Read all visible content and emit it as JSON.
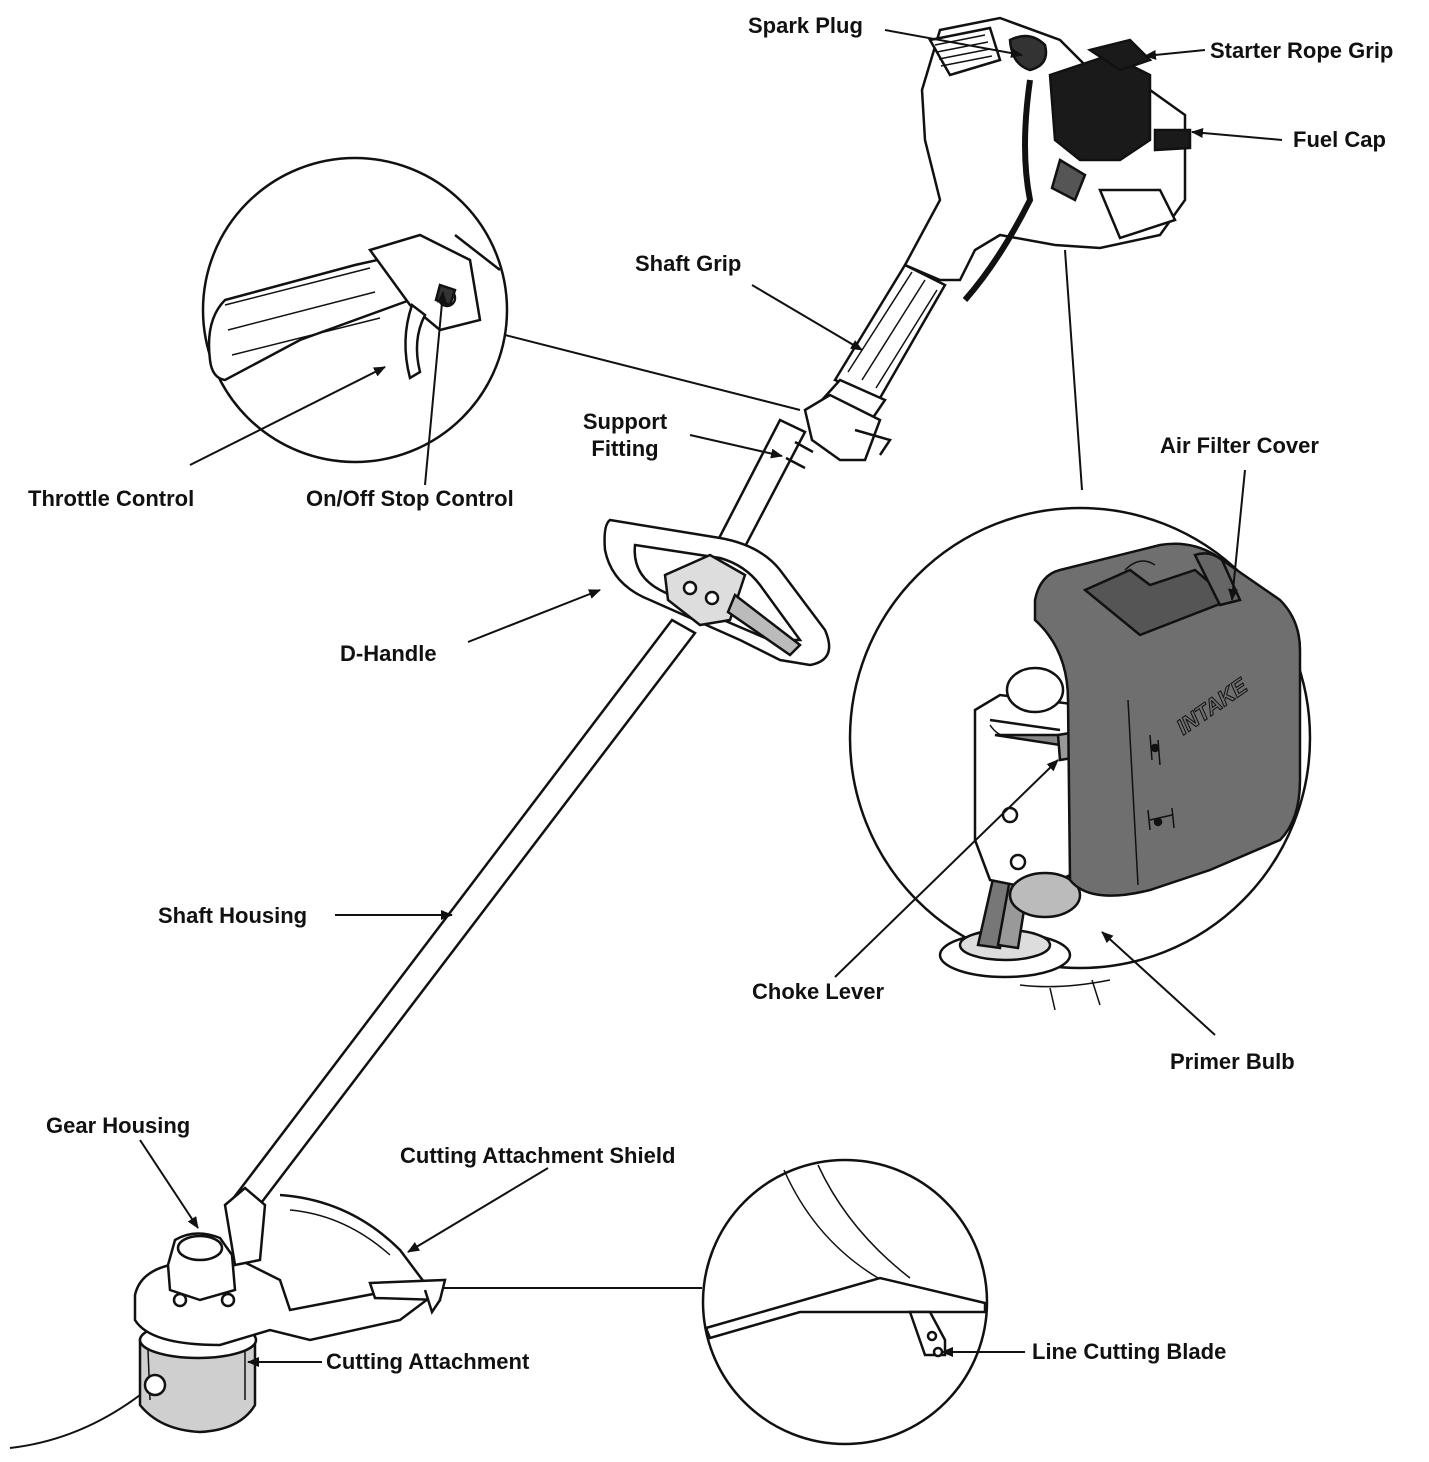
{
  "labels": {
    "spark_plug": "Spark Plug",
    "starter_rope_grip": "Starter Rope Grip",
    "fuel_cap": "Fuel Cap",
    "shaft_grip": "Shaft Grip",
    "support_fitting": "Support Fitting",
    "air_filter_cover": "Air Filter Cover",
    "throttle_control": "Throttle Control",
    "on_off_stop_control": "On/Off Stop Control",
    "d_handle": "D-Handle",
    "shaft_housing": "Shaft Housing",
    "choke_lever": "Choke Lever",
    "primer_bulb": "Primer Bulb",
    "gear_housing": "Gear Housing",
    "cutting_attachment_shield": "Cutting Attachment Shield",
    "cutting_attachment": "Cutting Attachment",
    "line_cutting_blade": "Line Cutting Blade"
  },
  "cover_text": "INTAKE",
  "colors": {
    "ink": "#111111",
    "cover_fill": "#6f6f6f",
    "engine_dark": "#1a1a1a",
    "head_fill": "#cfcfcf"
  }
}
